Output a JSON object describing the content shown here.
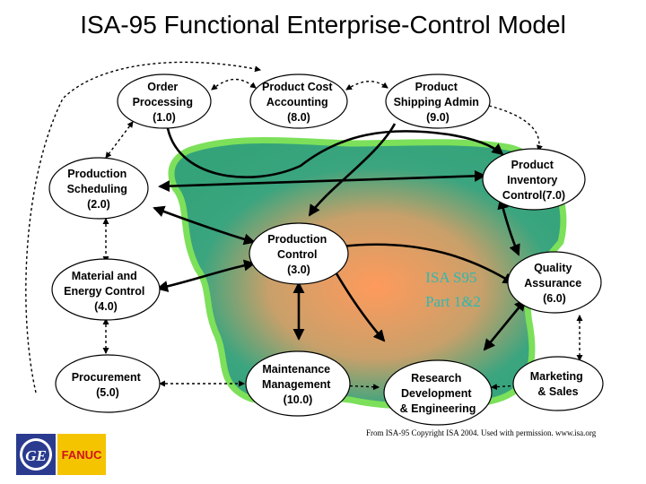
{
  "title": "ISA-95 Functional Enterprise-Control Model",
  "nodes": {
    "order": [
      "Order",
      "Processing",
      "(1.0)"
    ],
    "scheduling": [
      "Production",
      "Scheduling",
      "(2.0)"
    ],
    "control": [
      "Production",
      "Control",
      "(3.0)"
    ],
    "material": [
      "Material and",
      "Energy Control",
      "(4.0)"
    ],
    "procurement": [
      "Procurement",
      "(5.0)"
    ],
    "quality": [
      "Quality",
      "Assurance",
      "(6.0)"
    ],
    "inventory": [
      "Product",
      "Inventory",
      "Control(7.0)"
    ],
    "cost": [
      "Product Cost",
      "Accounting",
      "(8.0)"
    ],
    "shipping": [
      "Product",
      "Shipping Admin",
      "(9.0)"
    ],
    "maintenance": [
      "Maintenance",
      "Management",
      "(10.0)"
    ],
    "research": [
      "Research",
      "Development",
      "& Engineering"
    ],
    "marketing": [
      "Marketing",
      "& Sales"
    ]
  },
  "zone_label": [
    "ISA S95",
    "Part 1&2"
  ],
  "credit": "From ISA-95 Copyright ISA 2004. Used with permission. www.isa.org",
  "logo": {
    "ge": "GE",
    "fanuc": "FANUC"
  },
  "colors": {
    "zone_outer": "#7ce05a",
    "zone_inner": "#3aa57f",
    "zone_center": "#ff9a5c",
    "zone_text": "#2fb8b0",
    "fanuc_yellow": "#f5c400",
    "fanuc_red": "#d0141b",
    "ge_blue": "#2a3b8f"
  }
}
